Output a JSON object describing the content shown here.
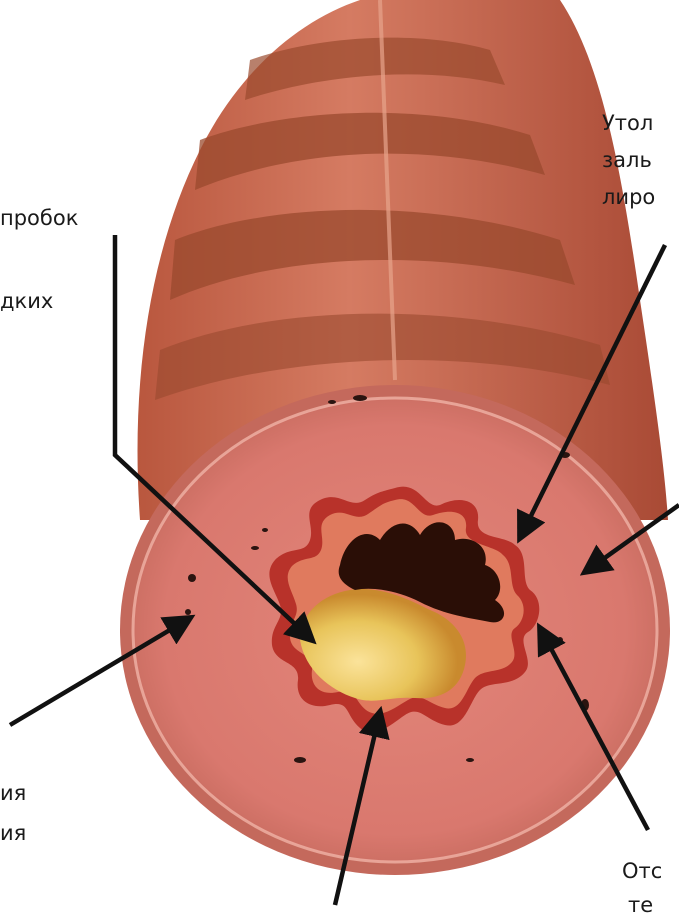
{
  "labels": {
    "top_left_1": "пробок",
    "top_left_2": "дких",
    "top_right_1": "Утол",
    "top_right_2": "заль",
    "top_right_3": "лиро",
    "bottom_left_1": "ия",
    "bottom_left_2": "ия",
    "bottom_right_1": "Отс",
    "bottom_right_2": "те"
  },
  "colors": {
    "airway_wall": "#d9786e",
    "cartilage_band": "#9a4a2e",
    "mucosa_red": "#b8322a",
    "lumen_dark": "#2a0e06",
    "mucus_yellow": "#e8c45a",
    "arrow": "#111111"
  }
}
